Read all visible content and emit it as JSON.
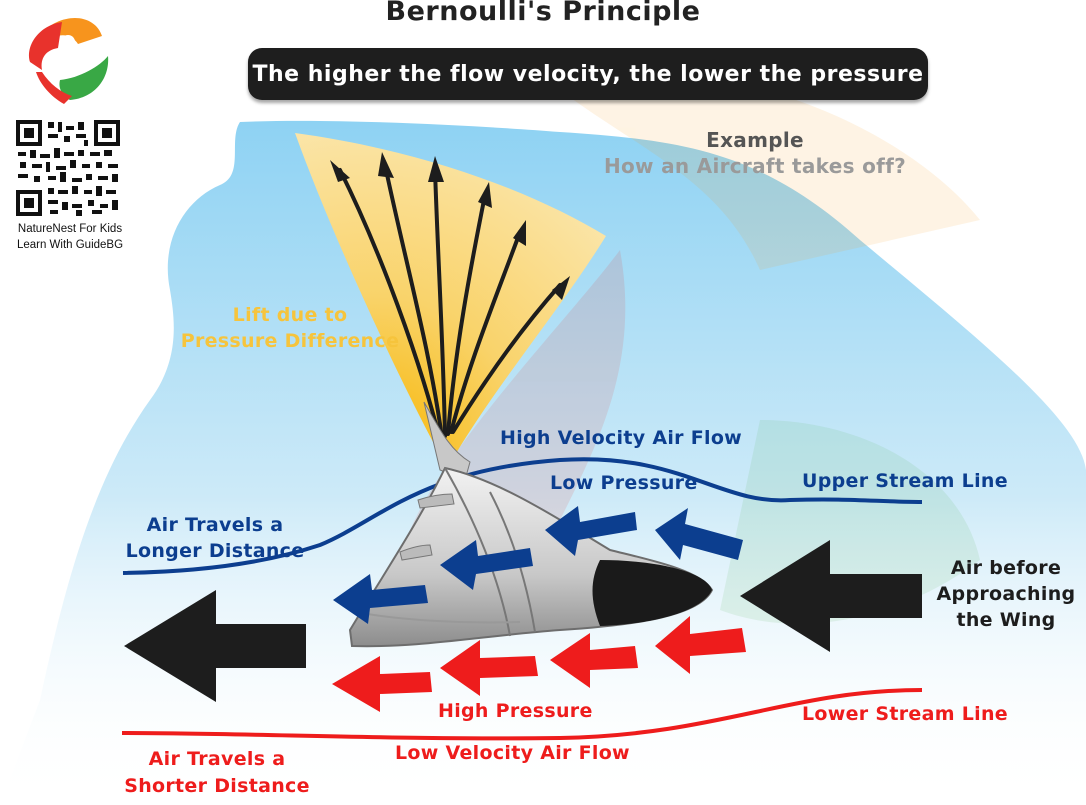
{
  "title": "Bernoulli's Principle",
  "subtitle": "The higher the flow velocity, the lower the pressure",
  "credit": {
    "line1": "NatureNest For Kids",
    "line2": "Learn With GuideBG"
  },
  "example": {
    "heading": "Example",
    "question": "How an Aircraft takes off?"
  },
  "labels": {
    "lift_line1": "Lift due to",
    "lift_line2": "Pressure Difference",
    "high_velocity": "High Velocity Air Flow",
    "low_pressure": "Low Pressure",
    "upper_stream": "Upper Stream Line",
    "air_longer_1": "Air Travels a",
    "air_longer_2": "Longer Distance",
    "air_before_1": "Air before",
    "air_before_2": "Approaching",
    "air_before_3": "the Wing",
    "high_pressure": "High Pressure",
    "lower_stream": "Lower Stream Line",
    "low_velocity": "Low Velocity Air Flow",
    "air_shorter_1": "Air Travels a",
    "air_shorter_2": "Shorter Distance"
  },
  "colors": {
    "upper_flow": "#0c3e8f",
    "lower_flow": "#ee1c1c",
    "lift": "#f6c43c",
    "sky": "#8fd3f4",
    "main_arrows": "#1d1d1d"
  },
  "icons": [
    "logo-icon",
    "qr-code-icon",
    "airplane-wing-icon",
    "arrow-left-icon",
    "arrow-up-icon"
  ]
}
